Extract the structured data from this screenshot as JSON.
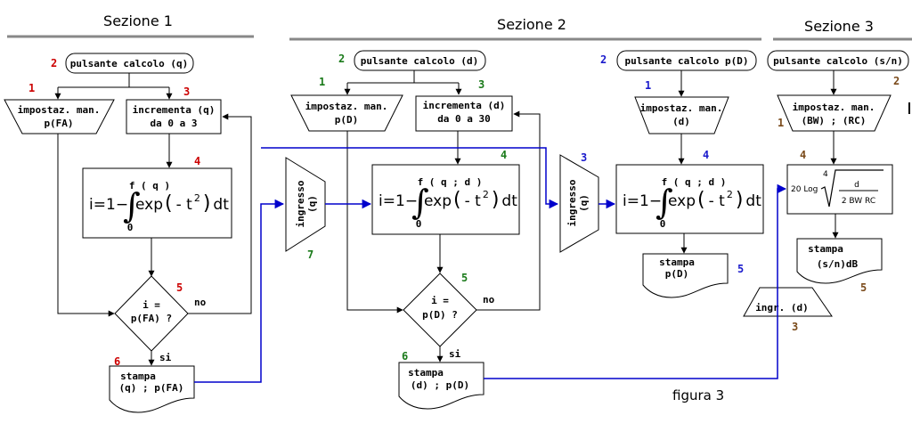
{
  "colors": {
    "red": "#cc0000",
    "green": "#1a7a1a",
    "blue": "#1a1acc",
    "brown": "#7a4a1a",
    "arrow": "#0000cc"
  },
  "sections": {
    "s1": "Sezione 1",
    "s2": "Sezione 2",
    "s3": "Sezione 3"
  },
  "s1": {
    "button": "pulsante calcolo (q)",
    "manual_1": "impostaz. man.",
    "manual_2": "p(FA)",
    "incr_1": "incrementa (q)",
    "incr_2": "da 0 a 3",
    "f_i": "i",
    "f_eq": "=",
    "f_1": "1",
    "f_minus": "−",
    "f_exp": "exp",
    "f_open": "(",
    "f_t": "- t",
    "f_sq": "2",
    "f_close": ")",
    "f_dt": "dt",
    "f_lower": "0",
    "f_upper": "f ( q )",
    "dec_1": "i =",
    "dec_2": "p(FA) ?",
    "no": "no",
    "si": "si",
    "print_1": "stampa",
    "print_2": "(q) ; p(FA)",
    "n1": "1",
    "n2": "2",
    "n3": "3",
    "n4": "4",
    "n5": "5",
    "n6": "6"
  },
  "s2": {
    "input_1": "ingresso",
    "input_2": "(q)",
    "button": "pulsante calcolo (d)",
    "manual_1": "impostaz. man.",
    "manual_2": "p(D)",
    "incr_1": "incrementa (d)",
    "incr_2": "da 0 a 30",
    "f_i": "i",
    "f_eq": "=",
    "f_1": "1",
    "f_minus": "−",
    "f_exp": "exp",
    "f_open": "(",
    "f_t": "- t",
    "f_sq": "2",
    "f_close": ")",
    "f_dt": "dt",
    "f_lower": "0",
    "f_upper": "f ( q ; d )",
    "dec_1": "i =",
    "dec_2": "p(D) ?",
    "no": "no",
    "si": "si",
    "print_1": "stampa",
    "print_2": "(d) ; p(D)",
    "n1": "1",
    "n2": "2",
    "n3": "3",
    "n4": "4",
    "n5": "5",
    "n6": "6",
    "n7": "7"
  },
  "s2b": {
    "button": "pulsante calcolo p(D)",
    "manual_1": "impostaz. man.",
    "manual_2": "(d)",
    "input_1": "ingresso",
    "input_2": "(q)",
    "f_i": "i",
    "f_eq": "=",
    "f_1": "1",
    "f_minus": "−",
    "f_exp": "exp",
    "f_open": "(",
    "f_t": "- t",
    "f_sq": "2",
    "f_close": ")",
    "f_dt": "dt",
    "f_lower": "0",
    "f_upper": "f ( q ; d )",
    "print_1": "stampa",
    "print_2": "p(D)",
    "n1": "1",
    "n2": "2",
    "n3": "3",
    "n4": "4",
    "n5": "5"
  },
  "s3": {
    "button": "pulsante calcolo (s/n)",
    "manual_1": "impostaz. man.",
    "manual_2": "(BW) ; (RC)",
    "f_pre": "20 Log",
    "f_root": "4",
    "f_num": "d",
    "f_den": "2 BW  RC",
    "print_1": "stampa",
    "print_2": "(s/n)dB",
    "input": "ingr. (d)",
    "n1": "1",
    "n2": "2",
    "n3": "3",
    "n4": "4",
    "n5": "5"
  },
  "caption": "figura 3"
}
